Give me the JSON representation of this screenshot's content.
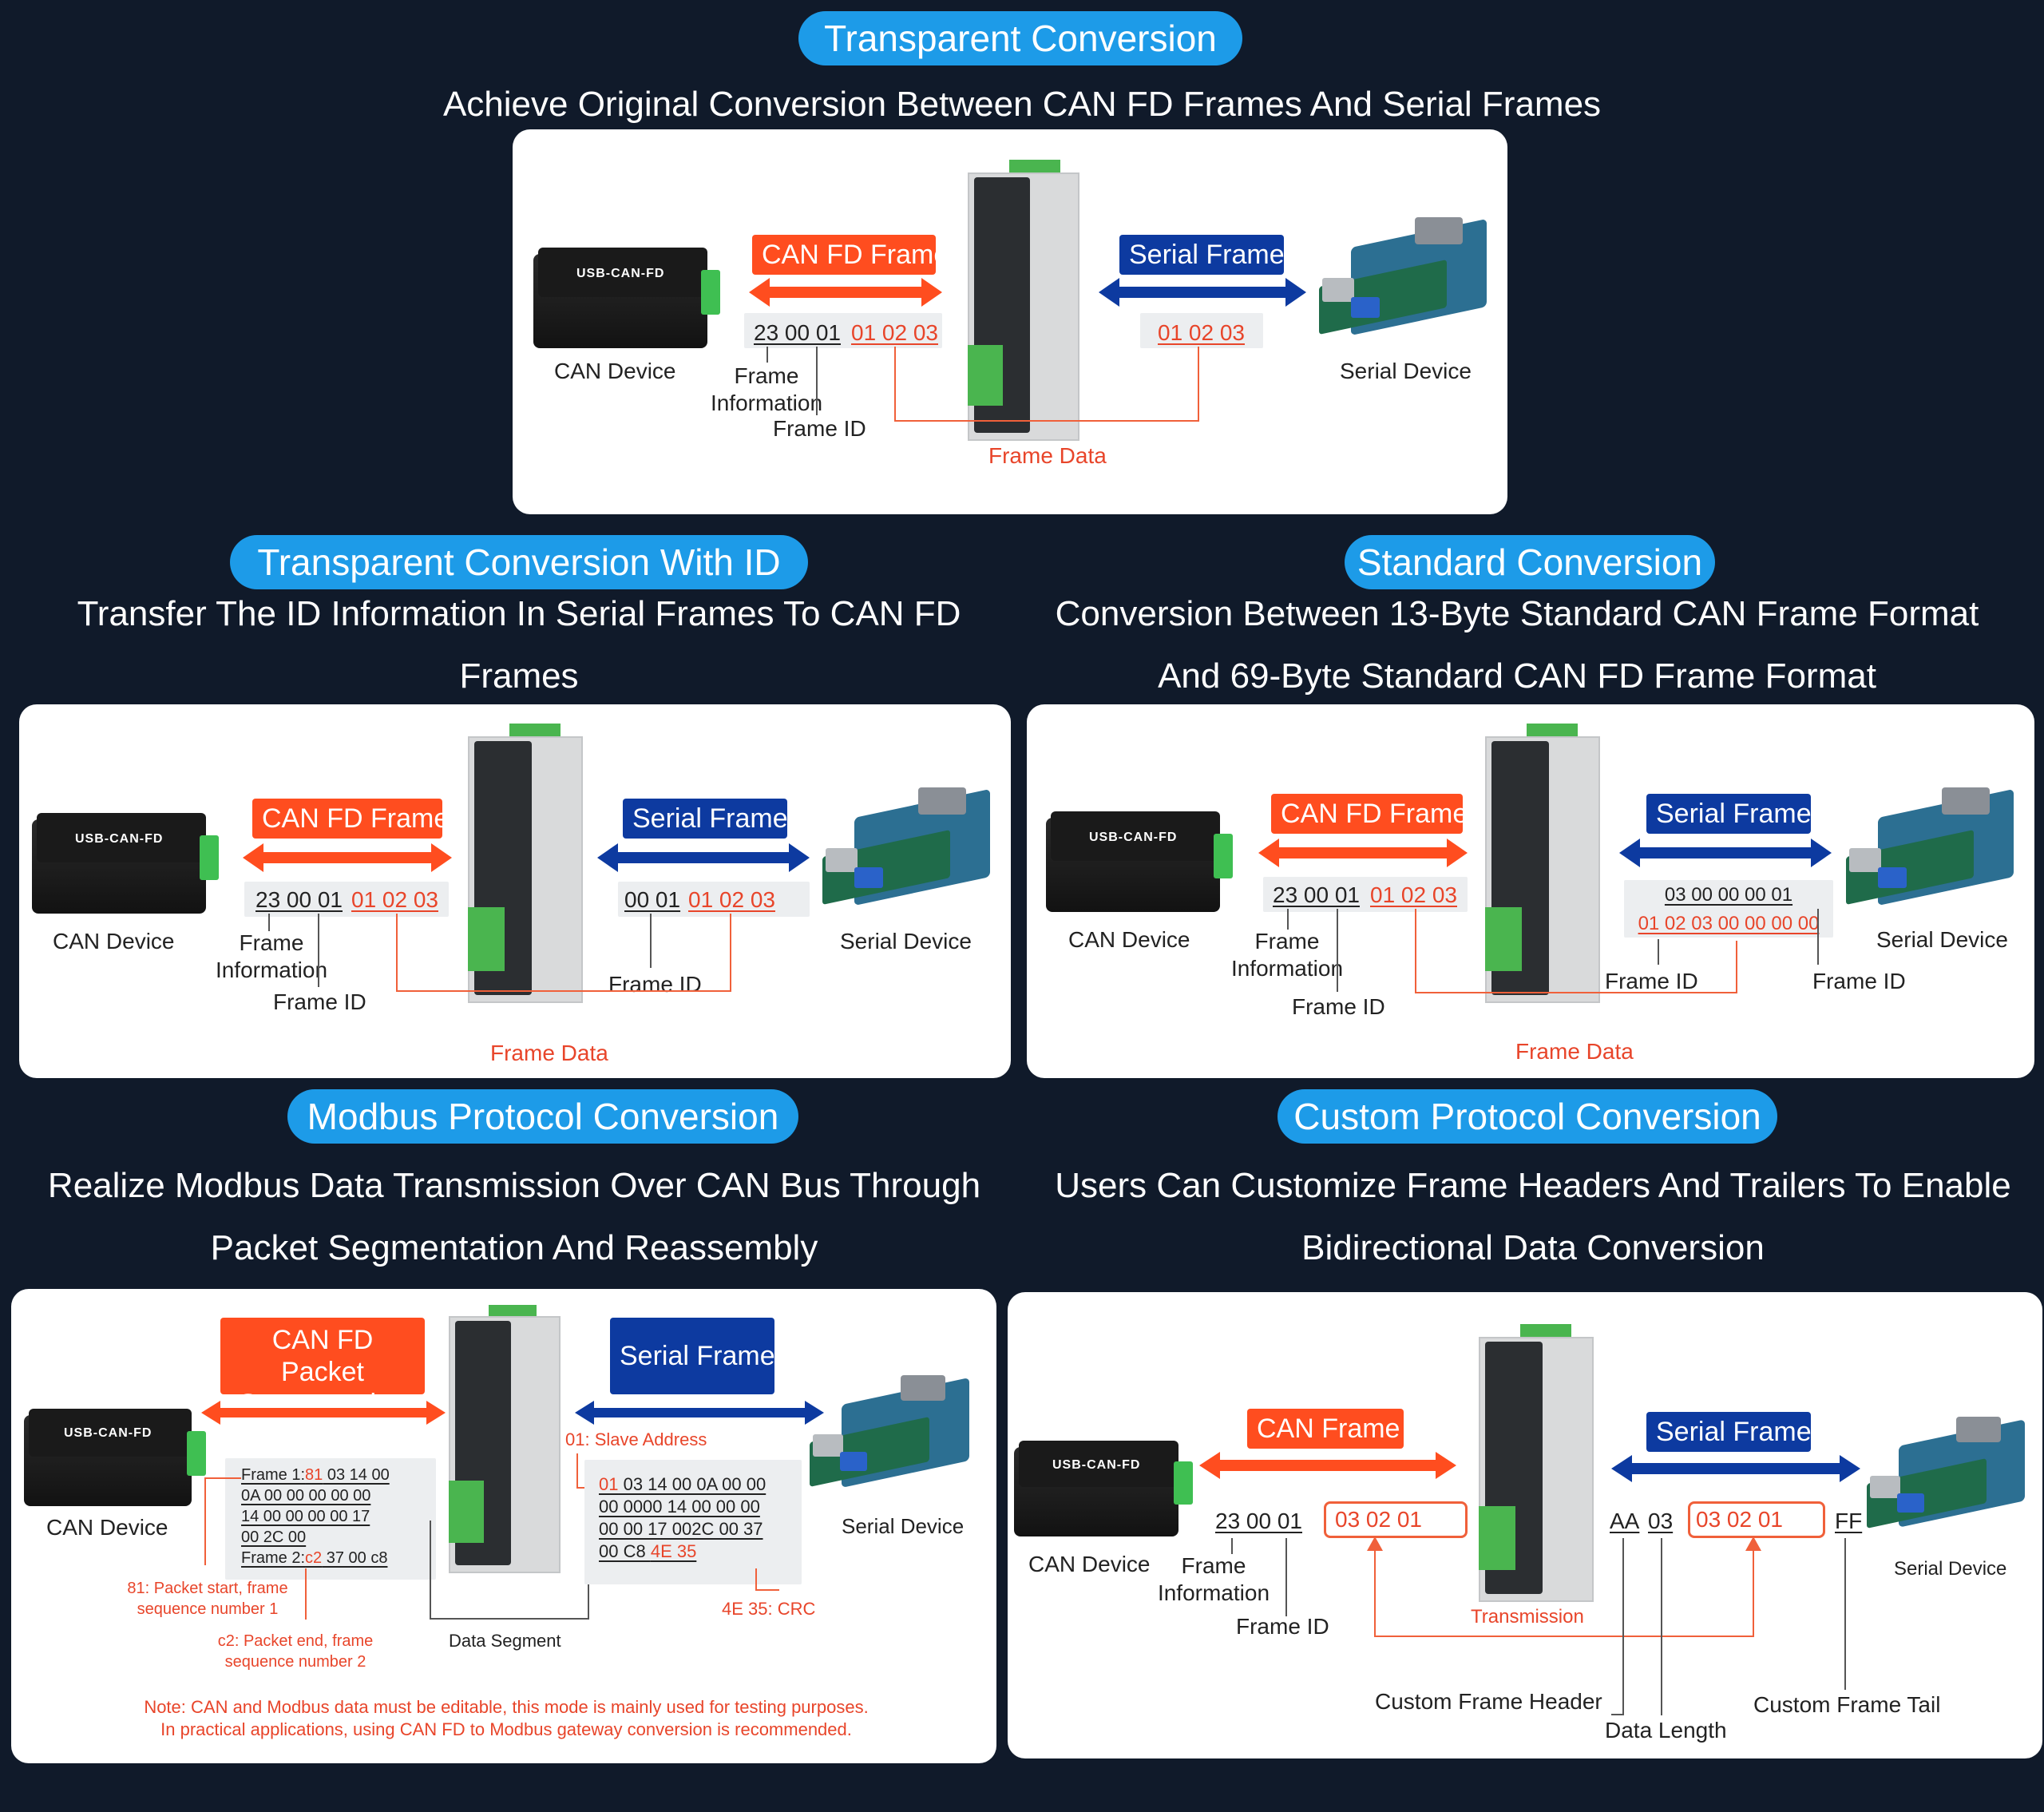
{
  "sections": {
    "transparent": {
      "pill": "Transparent Conversion",
      "subtitle": "Achieve Original Conversion Between CAN FD Frames And Serial Frames",
      "can_tag": "CAN FD Frame",
      "serial_tag": "Serial Frame",
      "can_bytes_plain": "23 00 01",
      "can_bytes_red": "01 02 03",
      "serial_bytes_red": "01 02 03",
      "can_device": "CAN Device",
      "serial_device": "Serial Device",
      "frame_information": "Frame\nInformation",
      "frame_id": "Frame ID",
      "frame_data": "Frame Data"
    },
    "with_id": {
      "pill": "Transparent Conversion With ID",
      "subtitle": "Transfer The ID Information In Serial Frames To CAN FD Frames",
      "can_tag": "CAN FD Frame",
      "serial_tag": "Serial Frame",
      "can_bytes_plain": "23 00 01",
      "can_bytes_red": "01 02 03",
      "serial_bytes_plain": "00 01",
      "serial_bytes_red": "01 02 03",
      "can_device": "CAN Device",
      "serial_device": "Serial Device",
      "frame_information": "Frame\nInformation",
      "frame_id": "Frame ID",
      "serial_frame_id": "Frame ID",
      "frame_data": "Frame Data"
    },
    "standard": {
      "pill": "Standard Conversion",
      "subtitle": "Conversion Between 13-Byte Standard CAN Frame Format And 69-Byte Standard CAN FD Frame Format",
      "can_tag": "CAN FD Frame",
      "serial_tag": "Serial Frame",
      "can_bytes_plain": "23 00 01",
      "can_bytes_red": "01 02 03",
      "serial_line1": "03 00 00 00 01",
      "serial_line2": "01 02 03 00 00 00 00",
      "can_device": "CAN Device",
      "serial_device": "Serial Device",
      "frame_information": "Frame\nInformation",
      "frame_id": "Frame ID",
      "serial_frame_id_left": "Frame ID",
      "serial_frame_id_right": "Frame ID",
      "frame_data": "Frame Data"
    },
    "modbus": {
      "pill": "Modbus Protocol Conversion",
      "subtitle": "Realize Modbus Data Transmission Over CAN Bus Through Packet Segmentation And Reassembly",
      "can_tag": "CAN FD Packet\nSegmentation",
      "serial_tag": "Serial Frame",
      "can_device": "CAN Device",
      "serial_device": "Serial Device",
      "slave_address": "01: Slave Address",
      "frame1_label": "Frame 1:",
      "frame1_red": "81",
      "frame1_rest": " 03 14 00",
      "can_row2": "0A 00 00 00 00 00",
      "can_row3": "14 00 00 00 00 17",
      "can_row4": "00 2C 00",
      "frame2_label": "Frame 2:",
      "frame2_red": "c2",
      "frame2_rest": " 37 00 c8",
      "serial_row1_red": "01",
      "serial_row1_rest": " 03 14 00 0A 00 00",
      "serial_row2": "00 0000 14 00 00 00",
      "serial_row3": "00 00 17 002C 00 37",
      "serial_row4_plain": "00 C8 ",
      "serial_row4_red": "4E 35",
      "crc": "4E 35: CRC",
      "note_81": "81: Packet start, frame\nsequence number 1",
      "note_c2": "c2: Packet end, frame\nsequence number 2",
      "data_segment": "Data Segment",
      "note": "Note: CAN and Modbus data must be editable, this mode is mainly used for testing purposes.\nIn practical applications, using CAN FD to Modbus gateway conversion is recommended."
    },
    "custom": {
      "pill": "Custom Protocol Conversion",
      "subtitle": "Users Can Customize Frame Headers And Trailers To Enable Bidirectional Data Conversion",
      "can_tag": "CAN Frame",
      "serial_tag": "Serial Frame",
      "can_bytes_plain": "23  00 01",
      "can_bytes_red": "03  02  01",
      "serial_head": "AA",
      "serial_len": "03",
      "serial_bytes_red": "03  02  01",
      "serial_tail": "FF",
      "can_device": "CAN Device",
      "serial_device": "Serial Device",
      "frame_information": "Frame\nInformation",
      "frame_id": "Frame ID",
      "transmission": "Transmission",
      "custom_header": "Custom Frame Header",
      "data_length": "Data Length",
      "custom_tail": "Custom Frame Tail"
    }
  },
  "devices": {
    "usb_label": "USB-CAN-FD",
    "colors": {
      "page_bg": "#101a2a",
      "pill": "#1d9be8",
      "can_tag": "#ff4d1f",
      "serial_tag": "#0d3aa0",
      "accent_red": "#e8452a"
    }
  }
}
